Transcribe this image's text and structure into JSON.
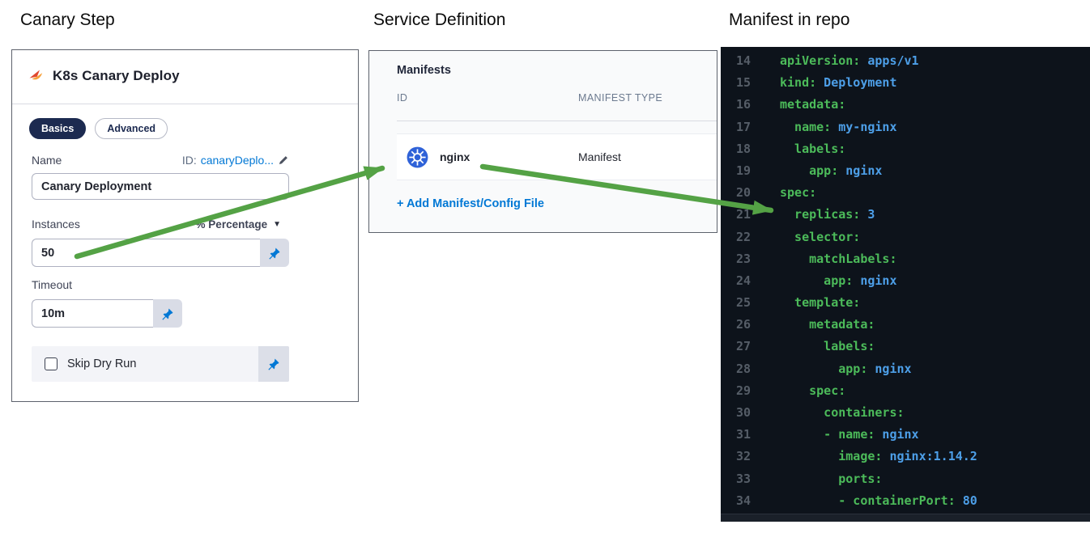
{
  "columns": [
    {
      "title": "Canary Step"
    },
    {
      "title": "Service Definition"
    },
    {
      "title": "Manifest in repo"
    }
  ],
  "canary_step": {
    "title": "K8s Canary Deploy",
    "tabs": [
      {
        "label": "Basics",
        "active": true
      },
      {
        "label": "Advanced",
        "active": false
      }
    ],
    "name": {
      "label": "Name",
      "id_label": "ID:",
      "id_value": "canaryDeplo...",
      "value": "Canary Deployment"
    },
    "instances": {
      "label": "Instances",
      "unit": "% Percentage",
      "value": "50"
    },
    "timeout": {
      "label": "Timeout",
      "value": "10m"
    },
    "skip_dry_run": {
      "label": "Skip Dry Run",
      "checked": false
    }
  },
  "service_definition": {
    "heading": "Manifests",
    "columns": [
      "ID",
      "MANIFEST TYPE"
    ],
    "rows": [
      {
        "id": "nginx",
        "type": "Manifest",
        "icon": "kubernetes-icon"
      }
    ],
    "add_link": "+ Add Manifest/Config File"
  },
  "manifest_code": {
    "lines": [
      {
        "num": 14,
        "text": "apiVersion: apps/v1"
      },
      {
        "num": 15,
        "text": "kind: Deployment"
      },
      {
        "num": 16,
        "text": "metadata:"
      },
      {
        "num": 17,
        "text": "  name: my-nginx"
      },
      {
        "num": 18,
        "text": "  labels:"
      },
      {
        "num": 19,
        "text": "    app: nginx"
      },
      {
        "num": 20,
        "text": "spec:"
      },
      {
        "num": 21,
        "text": "  replicas: 3"
      },
      {
        "num": 22,
        "text": "  selector:"
      },
      {
        "num": 23,
        "text": "    matchLabels:"
      },
      {
        "num": 24,
        "text": "      app: nginx"
      },
      {
        "num": 25,
        "text": "  template:"
      },
      {
        "num": 26,
        "text": "    metadata:"
      },
      {
        "num": 27,
        "text": "      labels:"
      },
      {
        "num": 28,
        "text": "        app: nginx"
      },
      {
        "num": 29,
        "text": "    spec:"
      },
      {
        "num": 30,
        "text": "      containers:"
      },
      {
        "num": 31,
        "text": "      - name: nginx"
      },
      {
        "num": 32,
        "text": "        image: nginx:1.14.2"
      },
      {
        "num": 33,
        "text": "        ports:"
      },
      {
        "num": 34,
        "text": "        - containerPort: 80"
      }
    ]
  },
  "colors": {
    "arrow_green": "#54a245",
    "link_blue": "#0278d5",
    "pill_navy": "#1c2a50",
    "kubernetes_blue": "#2f62d8",
    "code_key_green": "#4cbb5a",
    "code_value_blue": "#4d9fe8",
    "code_background": "#0d131b"
  }
}
